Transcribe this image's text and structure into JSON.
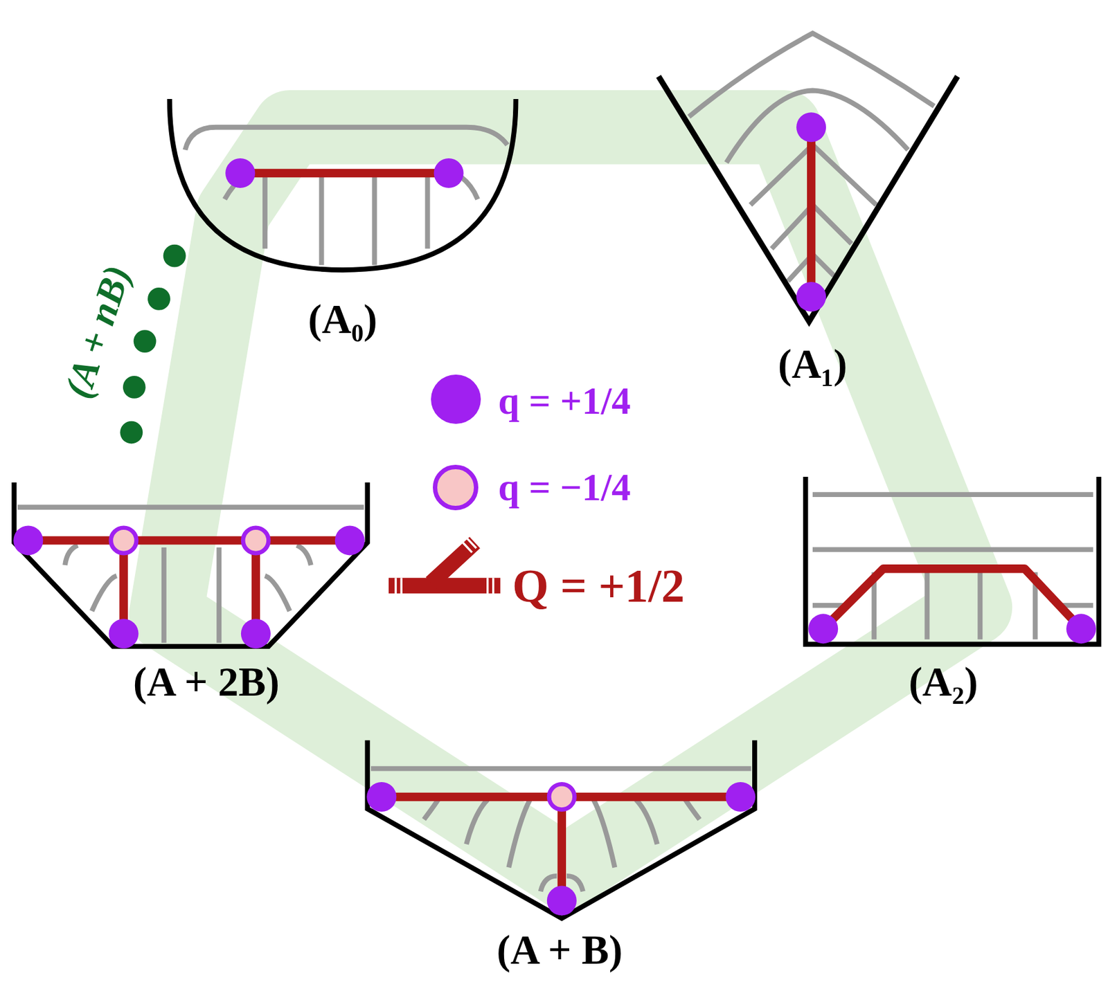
{
  "diagram": {
    "labels": [
      "(A₀)",
      "(A₁)",
      "(A₂)",
      "(A + B)",
      "(A + 2B)",
      "(A + nB)"
    ],
    "legend": [
      {
        "text": "q = +1/4",
        "color": "#a020f0"
      },
      {
        "text": "q = −1/4",
        "color": "#f8c6c6"
      },
      {
        "text": "Q = +1/2"
      }
    ]
  }
}
